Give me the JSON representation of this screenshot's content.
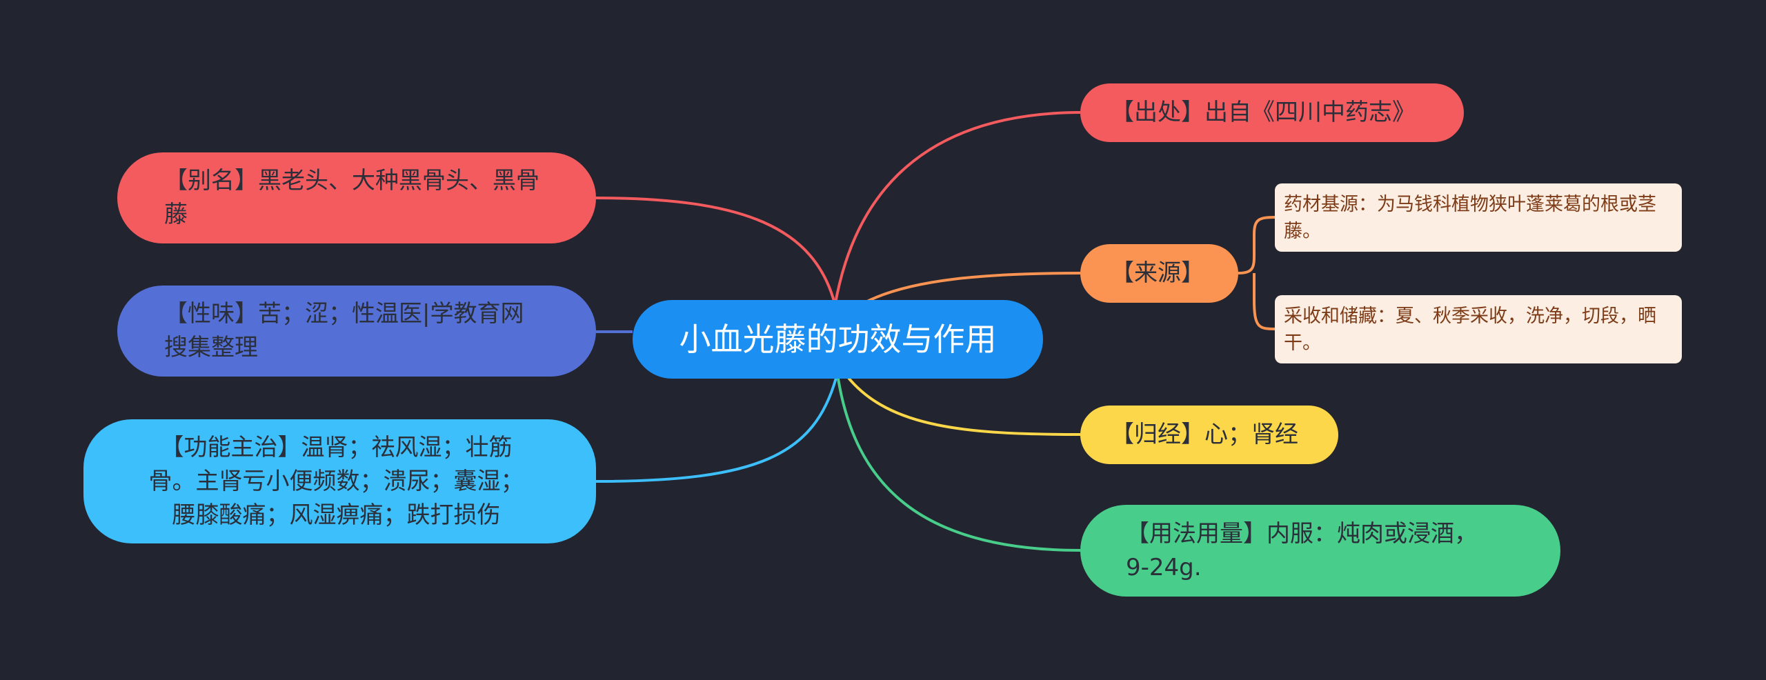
{
  "center": {
    "title": "小血光藤的功效与作用"
  },
  "left": [
    {
      "id": "alias",
      "text": "【别名】黑老头、大种黑骨头、黑骨藤",
      "color": "#f45b5f"
    },
    {
      "id": "taste",
      "text": "【性味】苦；涩；性温医|学教育网搜集整理",
      "color": "#5470d6"
    },
    {
      "id": "func",
      "text": "【功能主治】温肾；祛风湿；壮筋骨。主肾亏小便频数；溃尿；囊湿；腰膝酸痛；风湿痹痛；跌打损伤",
      "color": "#3dbffb"
    }
  ],
  "right": [
    {
      "id": "origin",
      "text": "【出处】出自《四川中药志》",
      "color": "#f45b5f"
    },
    {
      "id": "source",
      "text": "【来源】",
      "color": "#fb9452",
      "children": [
        {
          "text": "药材基源：为马钱科植物狭叶蓬莱葛的根或茎藤。"
        },
        {
          "text": "采收和储藏：夏、秋季采收，洗净，切段，晒干。"
        }
      ]
    },
    {
      "id": "channel",
      "text": "【归经】心；肾经",
      "color": "#fcd749"
    },
    {
      "id": "usage",
      "text": "【用法用量】内服：炖肉或浸酒，9-24g.",
      "color": "#48cd8b"
    }
  ],
  "colors": {
    "background": "#22242f",
    "center": "#1b8ff2",
    "leaf_bg": "#fdeee3",
    "leaf_text": "#7d3c17"
  }
}
